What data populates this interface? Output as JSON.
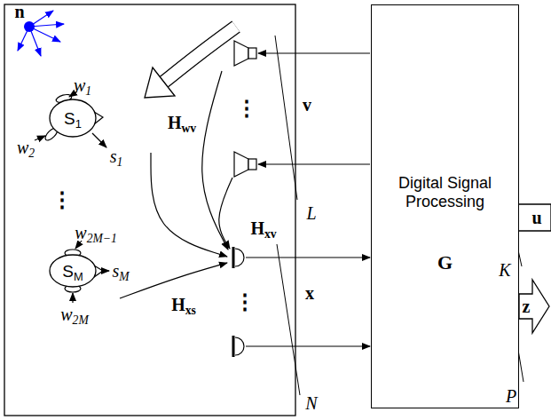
{
  "diagram": {
    "nodes": [
      {
        "text": [
          "S1"
        ]
      },
      {
        "text": [
          "SM"
        ]
      },
      {
        "text": [
          "Digital Signal Processing",
          "G"
        ]
      }
    ],
    "labels": [
      "n",
      "w1",
      "w2",
      "s1",
      "⋮",
      "w2M−1",
      "sM",
      "w2M",
      "Hwv",
      "Hxv",
      "Hxs",
      "⋮",
      "v",
      "L",
      "⋮",
      "x",
      "N",
      "u",
      "K",
      "z",
      "P"
    ]
  }
}
